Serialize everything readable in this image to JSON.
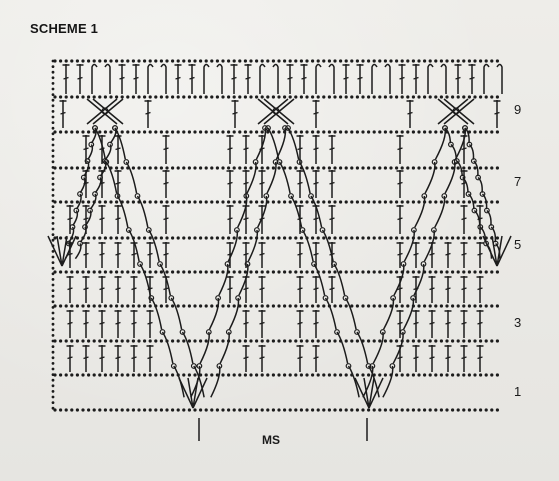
{
  "title": "SCHEME 1",
  "row_labels": [
    "1",
    "3",
    "5",
    "7",
    "9"
  ],
  "repeat_label": "MS",
  "colors": {
    "ink": "#1c1c1c",
    "paper": "#ecebe7"
  },
  "icons": {
    "chain": "chain-stitch-dot",
    "double": "double-crochet-symbol",
    "cross": "crossed-stitches-symbol",
    "decrease": "decrease-fan-symbol"
  }
}
